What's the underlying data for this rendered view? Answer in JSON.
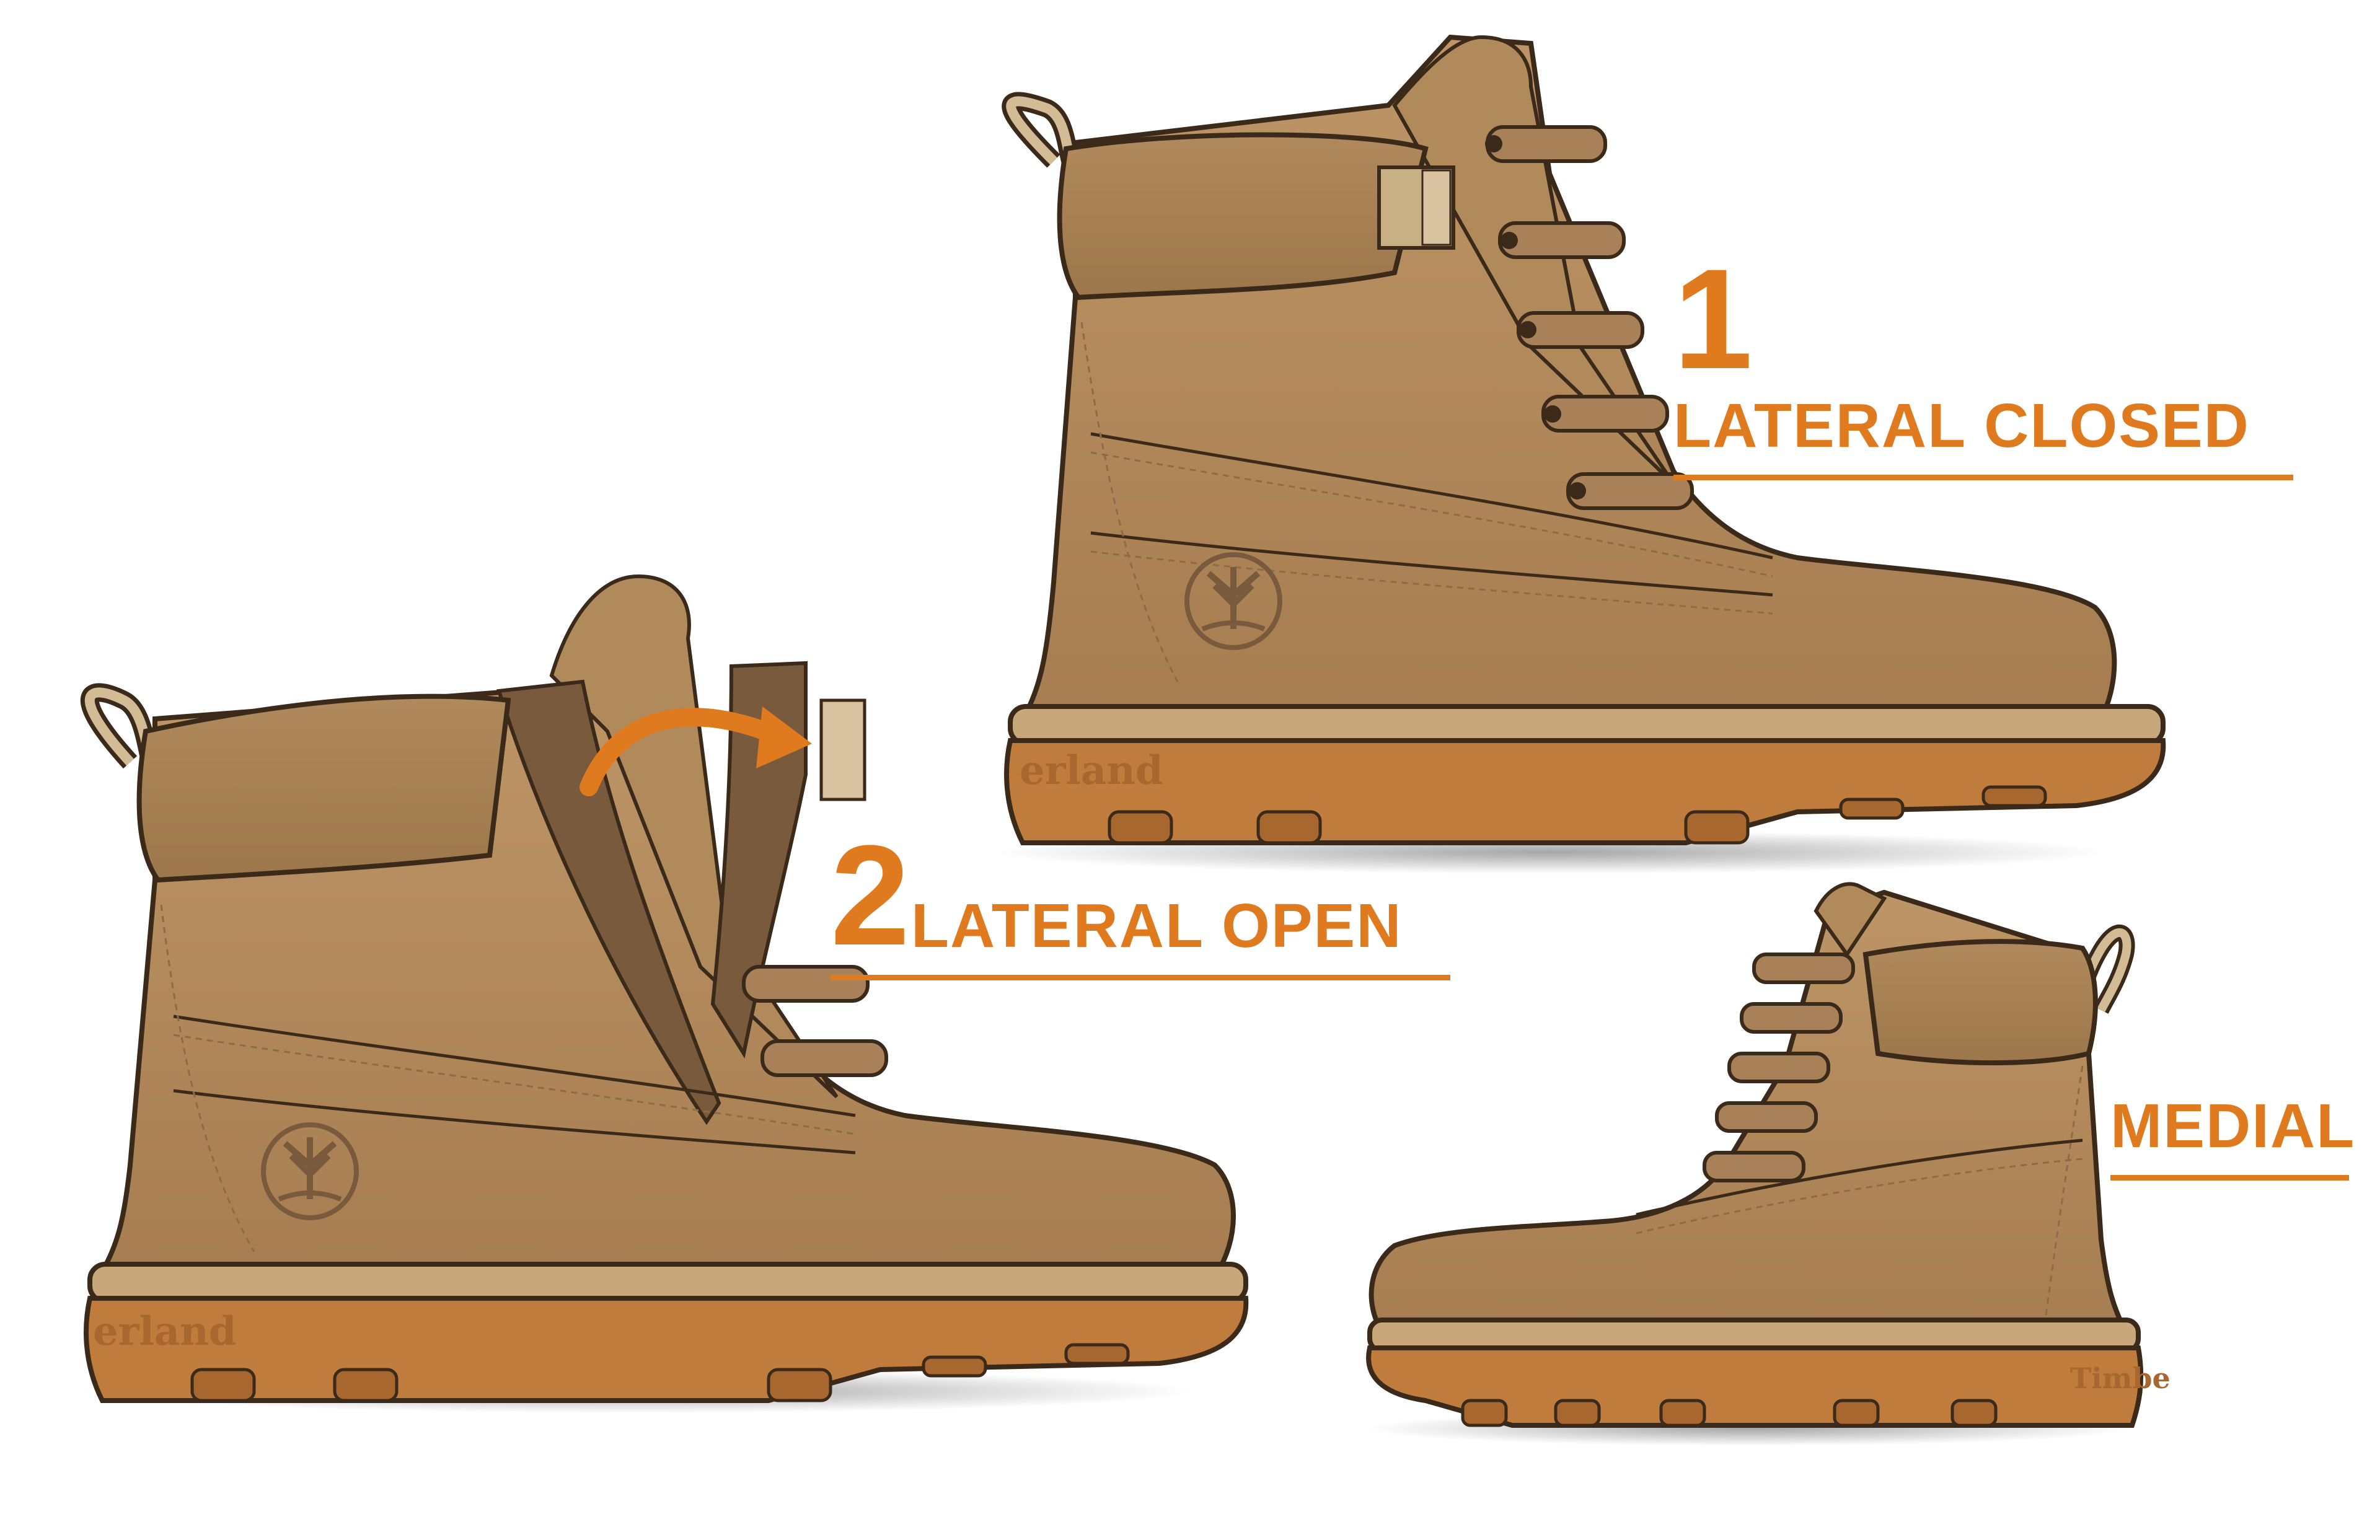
{
  "views": {
    "lateral_closed": {
      "number": "1",
      "title": "LATERAL CLOSED"
    },
    "lateral_open": {
      "number": "2",
      "title": "LATERAL OPEN"
    },
    "medial": {
      "title": "MEDIAL"
    }
  },
  "brand_marks": {
    "open_sole": "erland",
    "closed_sole": "erland",
    "medial_sole": "Timbe"
  },
  "colors": {
    "accent": "#E07A1F",
    "leather": "#B48B5E",
    "leather_dark": "#8E6B45",
    "collar": "#A98252",
    "sole": "#C07C3C",
    "sole_dark": "#A8672E",
    "welt": "#C8A77A",
    "suede": "#7A5A3C",
    "velcro": "#D8C2A0",
    "outline": "#3B2A1A"
  },
  "icons": [
    "tree-logo-icon",
    "arrow-curve-icon"
  ]
}
